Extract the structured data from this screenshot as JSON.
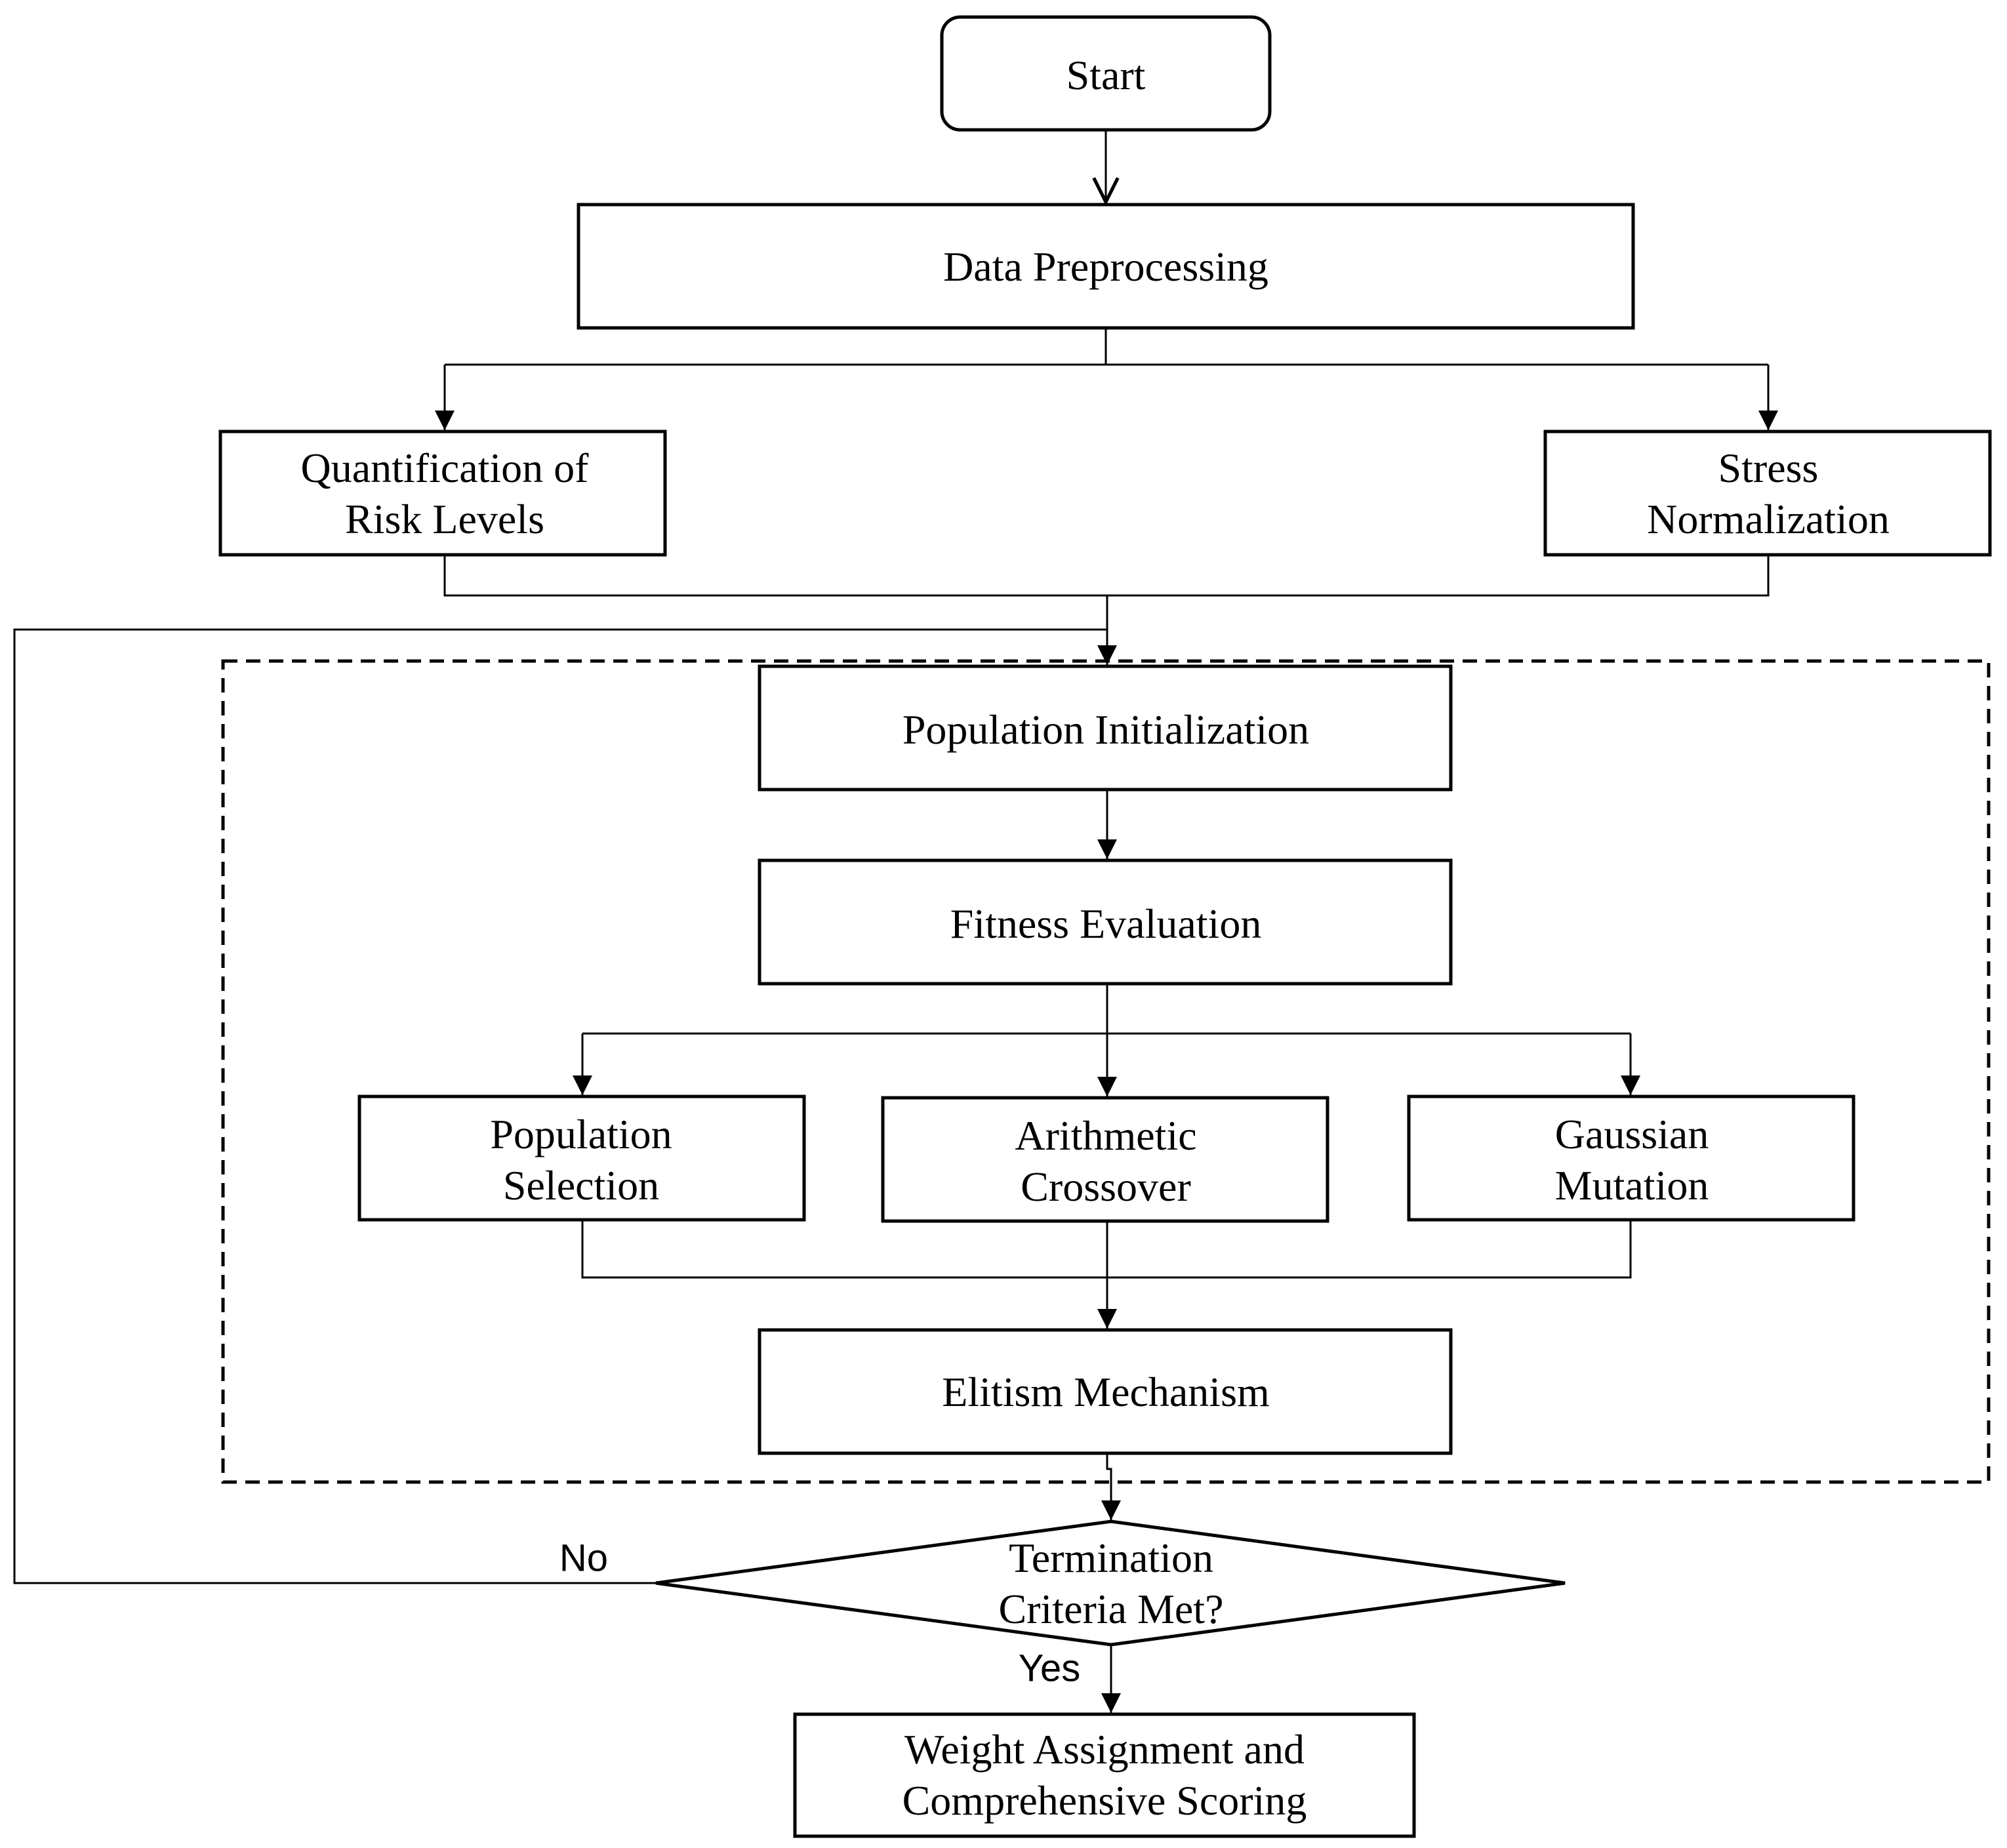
{
  "diagram": {
    "nodes": {
      "start": {
        "lines": [
          "Start"
        ]
      },
      "data_preprocessing": {
        "lines": [
          "Data Preprocessing"
        ]
      },
      "quantification_risk_levels": {
        "lines": [
          "Quantification of",
          "Risk Levels"
        ]
      },
      "stress_normalization": {
        "lines": [
          "Stress",
          "Normalization"
        ]
      },
      "population_initialization": {
        "lines": [
          "Population Initialization"
        ]
      },
      "fitness_evaluation": {
        "lines": [
          "Fitness Evaluation"
        ]
      },
      "population_selection": {
        "lines": [
          "Population",
          "Selection"
        ]
      },
      "arithmetic_crossover": {
        "lines": [
          "Arithmetic",
          "Crossover"
        ]
      },
      "gaussian_mutation": {
        "lines": [
          "Gaussian",
          "Mutation"
        ]
      },
      "elitism_mechanism": {
        "lines": [
          "Elitism Mechanism"
        ]
      },
      "termination_criteria": {
        "lines": [
          "Termination",
          "Criteria Met?"
        ]
      },
      "weight_assignment": {
        "lines": [
          "Weight Assignment and",
          "Comprehensive Scoring"
        ]
      }
    },
    "edge_labels": {
      "no": "No",
      "yes": "Yes"
    }
  }
}
